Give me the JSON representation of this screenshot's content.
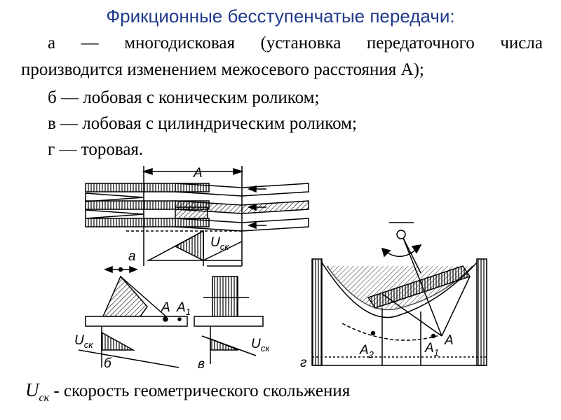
{
  "title": "Фрикционные бесступенчатые передачи:",
  "items": {
    "a_words": [
      "а",
      "—",
      "многодисковая",
      "(установка",
      "передаточного",
      "числа"
    ],
    "a_cont": "производится изменением межосевого расстояния А);",
    "b": "б — лобовая с коническим роликом;",
    "v": "в — лобовая с цилиндрическим роликом;",
    "g": "г — торовая."
  },
  "figure": {
    "label_A": "A",
    "label_A1": "A",
    "label_A1_sub": "1",
    "label_A2": "A",
    "label_A2_sub": "2",
    "label_U": "U",
    "label_U_sub": "ск",
    "panel_a": "а",
    "panel_b": "б",
    "panel_v": "в",
    "panel_g": "г"
  },
  "footer": {
    "symbol": "U",
    "symbol_sub": "ск",
    "text": " - скорость геометрического скольжения"
  }
}
